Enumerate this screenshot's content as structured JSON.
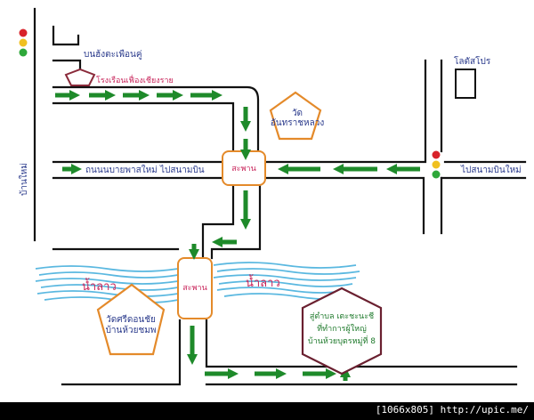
{
  "labels": {
    "top_building": "บนฮ้งตะเพือนคู่",
    "hotel_sign": "โรงเรือนเฟื่องเชียงราย",
    "temple_top_line1": "วัด",
    "temple_top_line2": "อันทราชหลวง",
    "road_left": "ถนนนบายพาสใหม่ ไปสนามบิน",
    "road_right": "ไปสนามบินใหม่",
    "bridge_top": "สะพาน",
    "bridge_bottom": "สะพาน",
    "river_left": "น้ำลาว",
    "river_right": "น้ำลาว",
    "vertical_left": "บ้านใหม่",
    "top_right_box": "โลตัสโปร",
    "temple_bottom_line1": "วัดศรีดอนชัย",
    "temple_bottom_line2": "บ้านห้วยชมพ",
    "hex_line1": "สู่ตำบล เตะชะนะชี",
    "hex_line2": "ที่ทำการผู้ใหญ่",
    "hex_line3": "บ้านห้วยบุตรหมู่ที่ 8"
  },
  "footer": "[1066x805] http://upic.me/",
  "colors": {
    "arrow": "#1e8a2a",
    "river": "#5ab8e0",
    "pentagon": "#e48a2a",
    "hexagon": "#6a2030",
    "hotel_pentagon": "#8a2a3a",
    "traffic_red": "#d8222a",
    "traffic_yellow": "#f0c020",
    "traffic_green": "#2ea83a"
  }
}
